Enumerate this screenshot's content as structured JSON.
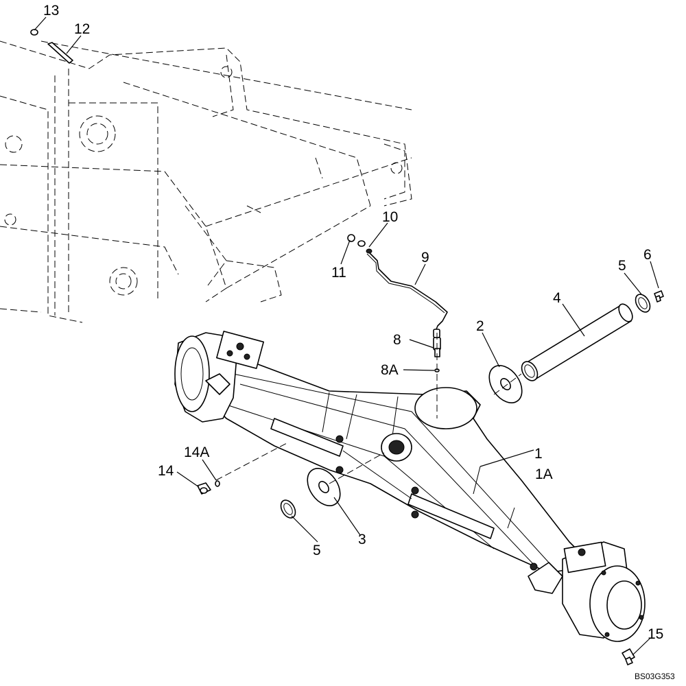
{
  "figure": {
    "reference_code": "BS03G353",
    "callouts": {
      "c1": "1",
      "c1A": "1A",
      "c2": "2",
      "c3": "3",
      "c4": "4",
      "c5_upper": "5",
      "c5_lower": "5",
      "c6": "6",
      "c8": "8",
      "c8A": "8A",
      "c9": "9",
      "c10": "10",
      "c11": "11",
      "c12": "12",
      "c13": "13",
      "c14": "14",
      "c14A": "14A",
      "c15": "15"
    }
  }
}
